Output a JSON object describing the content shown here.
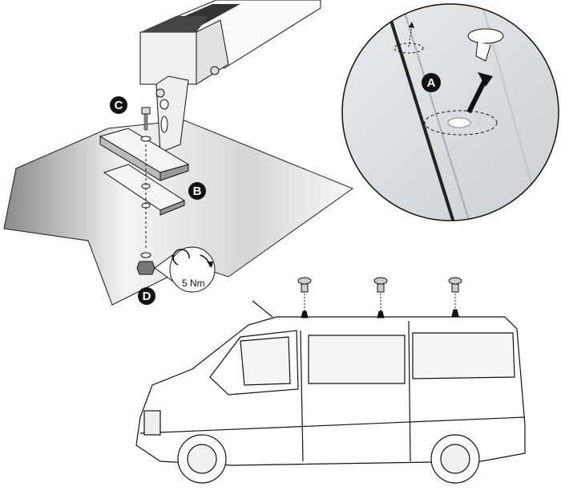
{
  "labels": {
    "a": "A",
    "b": "B",
    "c": "C",
    "d": "D"
  },
  "torque": "5 Nm",
  "colors": {
    "line": "#111111",
    "metal_light": "#f2f2f2",
    "metal_dark": "#9a9a9a",
    "badge": "#111111"
  }
}
